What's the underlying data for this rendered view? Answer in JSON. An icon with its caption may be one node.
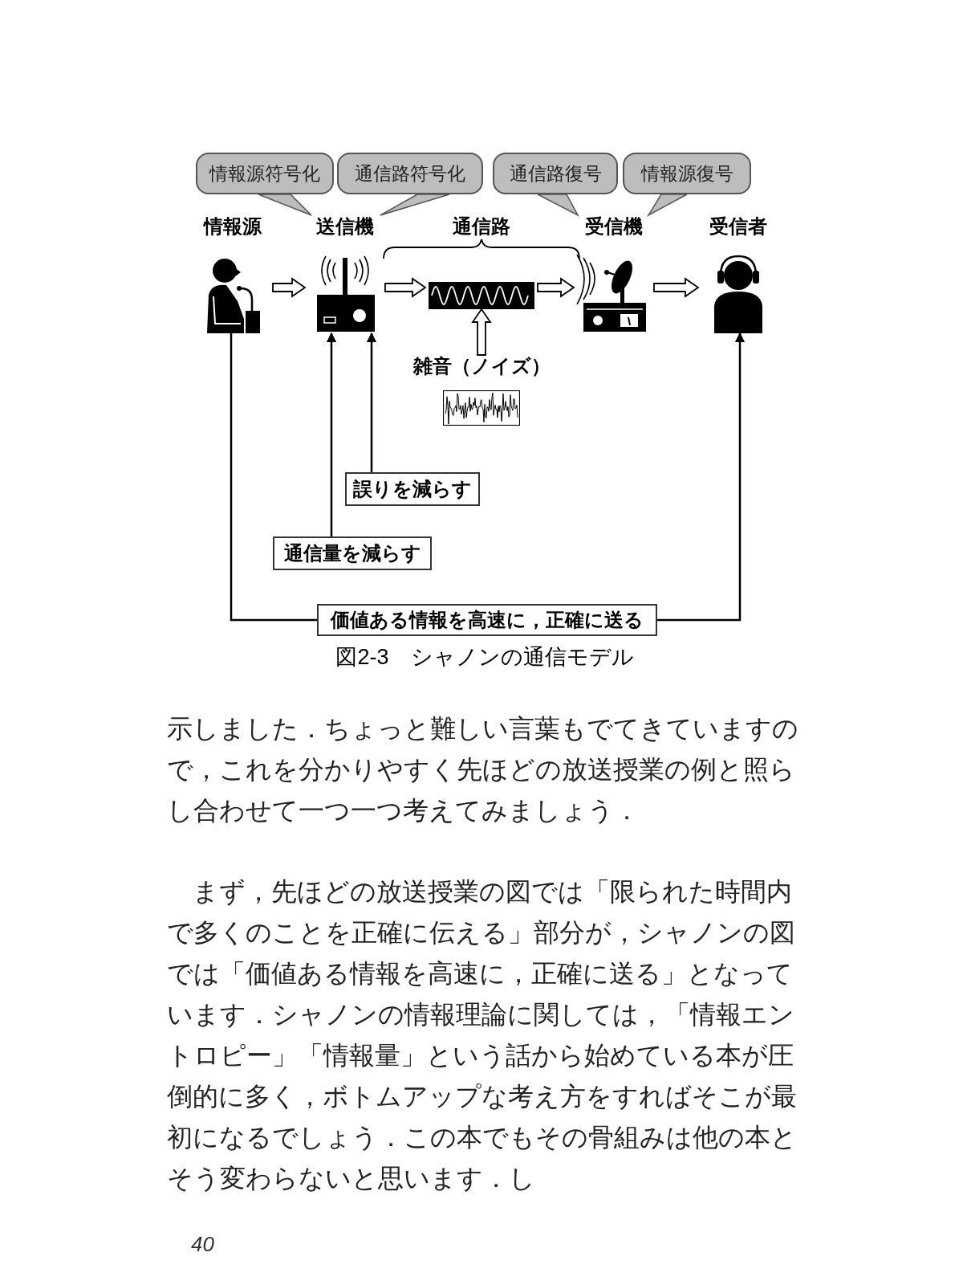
{
  "diagram": {
    "caption": "図2-3　シャノンの通信モデル",
    "nodes": [
      {
        "text": [
          "情報源"
        ]
      },
      {
        "text": [
          "送信機"
        ]
      },
      {
        "text": [
          "通信路"
        ]
      },
      {
        "text": [
          "受信機"
        ]
      },
      {
        "text": [
          "受信者"
        ]
      },
      {
        "text": [
          "雑音（ノイズ）"
        ]
      },
      {
        "text": [
          "情報源符号化"
        ]
      },
      {
        "text": [
          "通信路符号化"
        ]
      },
      {
        "text": [
          "通信路復号"
        ]
      },
      {
        "text": [
          "情報源復号"
        ]
      },
      {
        "text": [
          "誤りを減らす"
        ]
      },
      {
        "text": [
          "通信量を減らす"
        ]
      },
      {
        "text": [
          "価値ある情報を高速に，正確に送る"
        ]
      }
    ],
    "edges": [
      {
        "from": 0,
        "to": 1,
        "arrow": "to",
        "style": "thick"
      },
      {
        "from": 1,
        "to": 2,
        "arrow": "to",
        "style": "thick"
      },
      {
        "from": 2,
        "to": 3,
        "arrow": "to",
        "style": "thick"
      },
      {
        "from": 3,
        "to": 4,
        "arrow": "to",
        "style": "thick"
      },
      {
        "from": 5,
        "to": 2,
        "arrow": "to",
        "style": "thick"
      },
      {
        "from": 10,
        "to": 1,
        "arrow": "to"
      },
      {
        "from": 11,
        "to": 1,
        "arrow": "to"
      },
      {
        "from": 0,
        "to": 12,
        "arrow": "none"
      },
      {
        "from": 12,
        "to": 4,
        "arrow": "to"
      },
      {
        "from": 6,
        "to": 1,
        "arrow": "none",
        "color": "#bdbdbd"
      },
      {
        "from": 7,
        "to": 1,
        "arrow": "none",
        "color": "#bdbdbd"
      },
      {
        "from": 8,
        "to": 3,
        "arrow": "none",
        "color": "#bdbdbd"
      },
      {
        "from": 9,
        "to": 3,
        "arrow": "none",
        "color": "#bdbdbd"
      }
    ],
    "labels": [
      "示しました．ちょっと難しい言葉もでてきていますので，これを分かりやすく先ほどの放送授業の例と照らし合わせて一つ一つ考えてみましょう．",
      "まず，先ほどの放送授業の図では「限られた時間内で多くのことを正確に伝える」部分が，シャノンの図では「価値ある情報を高速に，正確に送る」となっています．シャノンの情報理論に関しては，「情報エントロピー」「情報量」という話から始めている本が圧倒的に多く，ボトムアップな考え方をすればそこが最初になるでしょう．この本でもその骨組みは他の本とそう変わらないと思います．し",
      "40"
    ]
  }
}
